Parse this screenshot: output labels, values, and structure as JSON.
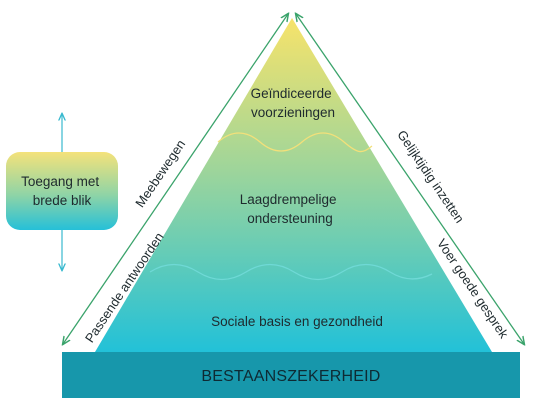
{
  "pyramid": {
    "tiers": [
      {
        "lines": [
          "Geïndiceerde",
          "voorzieningen"
        ]
      },
      {
        "lines": [
          "Laagdrempelige",
          "ondersteuning"
        ]
      },
      {
        "lines": [
          "Sociale basis en gezondheid"
        ]
      }
    ],
    "base_label": "BESTAANSZEKERHEID"
  },
  "left_side": {
    "upper_label": "Meebewegen",
    "lower_label": "Passende antwoorden"
  },
  "right_side": {
    "upper_label": "Gelijktijdig inzetten",
    "lower_label": "Voer goede gesprek"
  },
  "side_box": {
    "lines": [
      "Toegang met",
      "brede blik"
    ]
  },
  "colors": {
    "top_yellow": "#f7e36a",
    "mid_green": "#8fd3a0",
    "bottom_teal": "#27c3d6",
    "base_bar": "#1797ab",
    "arrow_green": "#3aa36b",
    "box_arrow": "#38b9cf"
  }
}
